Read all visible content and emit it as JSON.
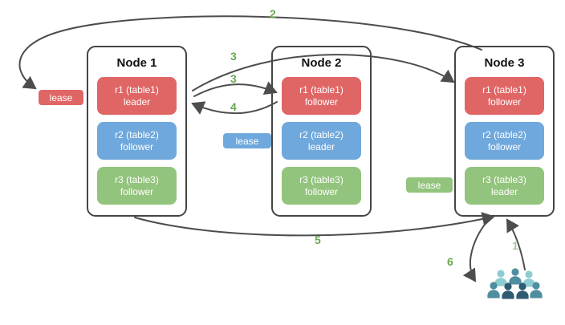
{
  "diagram": {
    "nodes": [
      {
        "title": "Node 1",
        "replicas": [
          {
            "name": "r1 (table1)",
            "role": "leader",
            "color": "#e06666"
          },
          {
            "name": "r2 (table2)",
            "role": "follower",
            "color": "#6fa8dc"
          },
          {
            "name": "r3 (table3)",
            "role": "follower",
            "color": "#93c47d"
          }
        ]
      },
      {
        "title": "Node 2",
        "replicas": [
          {
            "name": "r1 (table1)",
            "role": "follower",
            "color": "#e06666"
          },
          {
            "name": "r2 (table2)",
            "role": "leader",
            "color": "#6fa8dc"
          },
          {
            "name": "r3 (table3)",
            "role": "follower",
            "color": "#93c47d"
          }
        ]
      },
      {
        "title": "Node 3",
        "replicas": [
          {
            "name": "r1 (table1)",
            "role": "follower",
            "color": "#e06666"
          },
          {
            "name": "r2 (table2)",
            "role": "follower",
            "color": "#6fa8dc"
          },
          {
            "name": "r3 (table3)",
            "role": "leader",
            "color": "#93c47d"
          }
        ]
      }
    ],
    "leases": [
      {
        "label": "lease",
        "color": "#e06666"
      },
      {
        "label": "lease",
        "color": "#6fa8dc"
      },
      {
        "label": "lease",
        "color": "#93c47d"
      }
    ],
    "steps": [
      "2",
      "3",
      "3",
      "4",
      "5",
      "6",
      "1"
    ],
    "colors": {
      "arrow": "#4d4d4d",
      "step_label": "#6aa84f",
      "step_label_light": "#a5c79d",
      "node_border": "#454545",
      "replica_red": "#e06666",
      "replica_blue": "#6fa8dc",
      "replica_green": "#93c47d",
      "users_teal": "#4e8ea0",
      "users_dark": "#2e5b70",
      "users_light": "#8ccdd2"
    }
  }
}
